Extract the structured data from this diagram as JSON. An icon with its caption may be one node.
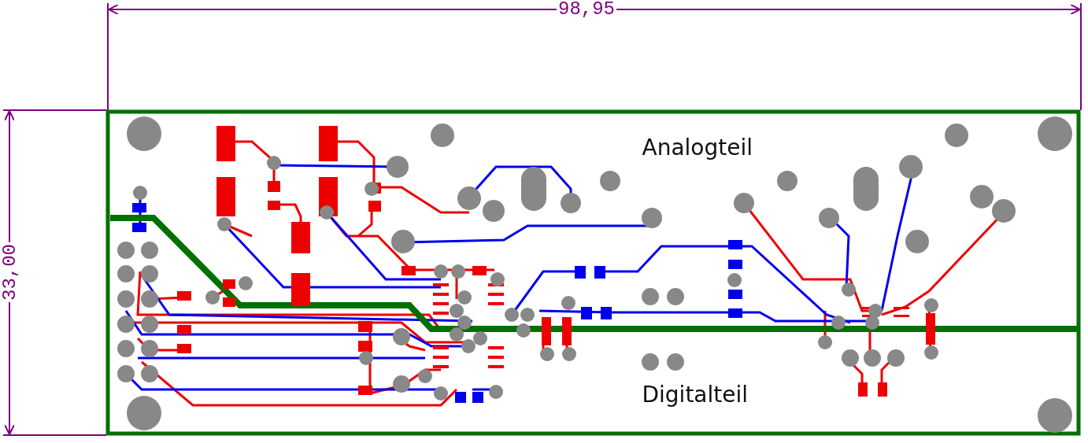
{
  "diagram": {
    "labels": [
      "98,95",
      "33,00",
      "Analogteil",
      "Digitalteil"
    ]
  }
}
